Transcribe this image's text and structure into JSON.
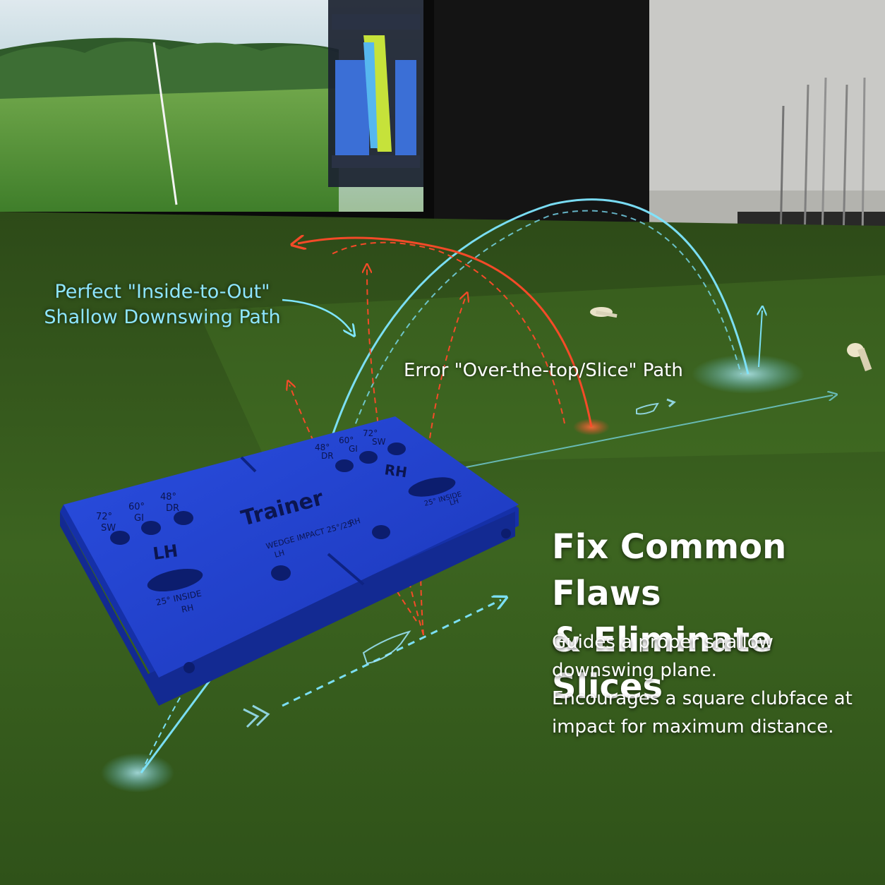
{
  "callouts": {
    "perfect_path": [
      "Perfect \"Inside-to-Out\"",
      "Shallow Downswing Path"
    ],
    "error_path": "Error \"Over-the-top/Slice\" Path"
  },
  "headline": [
    "Fix Common Flaws",
    "& Eliminate Slices"
  ],
  "body": [
    "Guides a proper shallow",
    "downswing plane.",
    "Encourages a square clubface at",
    "impact for maximum distance."
  ],
  "trainer_board": {
    "title": "Trainer",
    "subtitle_line1": "WEDGE IMPACT 25°/25",
    "subtitle_lh": "LH",
    "subtitle_rh": "RH",
    "left_side": {
      "hand": "LH",
      "holes": [
        {
          "angle": "72°",
          "club": "SW"
        },
        {
          "angle": "60°",
          "club": "GI"
        },
        {
          "angle": "48°",
          "club": "DR"
        }
      ],
      "slot_label_1": "25° INSIDE",
      "slot_label_2": "RH"
    },
    "right_side": {
      "hand": "RH",
      "holes": [
        {
          "angle": "48°",
          "club": "DR"
        },
        {
          "angle": "60°",
          "club": "GI"
        },
        {
          "angle": "72°",
          "club": "SW"
        }
      ],
      "slot_label_1": "25° INSIDE",
      "slot_label_2": "LH"
    }
  },
  "colors": {
    "board": "#1f3fd0",
    "perfect_path": "#7fe6ff",
    "error_path": "#ff4a2a",
    "turf": "#3f6a22"
  }
}
